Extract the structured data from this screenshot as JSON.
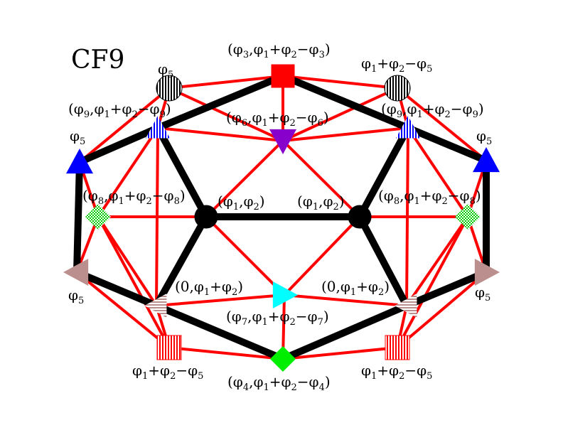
{
  "title": "CF9",
  "colors": {
    "edge_red": "#ff0000",
    "edge_black": "#000000",
    "node_red": "#ff0000",
    "node_blue": "#0000ff",
    "node_purple": "#8800cc",
    "node_cyan": "#00ffff",
    "node_green": "#00ee00",
    "node_rosy": "#bc8f8f",
    "node_black": "#000000"
  },
  "nodes": [
    {
      "id": "top",
      "shape": "square",
      "fill": "red",
      "label": "(φ3,φ1+φ2−φ3)"
    },
    {
      "id": "tl-circle",
      "shape": "circle",
      "fill": "vstripes-black",
      "label": "φ5"
    },
    {
      "id": "tr-circle",
      "shape": "circle",
      "fill": "vstripes-black",
      "label": "φ1+φ2−φ5"
    },
    {
      "id": "ul-tri",
      "shape": "tri-up",
      "fill": "vstripes-blue",
      "label": "(φ9,φ1+φ2−φ9)"
    },
    {
      "id": "ur-tri",
      "shape": "tri-up",
      "fill": "vstripes-blue",
      "label": "(φ9,φ1+φ2−φ9)"
    },
    {
      "id": "mid-purple",
      "shape": "tri-down",
      "fill": "purple",
      "label": "(φ6,φ1+φ2−φ6)"
    },
    {
      "id": "l-blue",
      "shape": "tri-up",
      "fill": "blue",
      "label": "φ5"
    },
    {
      "id": "r-blue",
      "shape": "tri-up",
      "fill": "blue",
      "label": "φ5"
    },
    {
      "id": "l-green",
      "shape": "diamond",
      "fill": "checker-green",
      "label": "(φ8,φ1+φ2−φ8)"
    },
    {
      "id": "r-green",
      "shape": "diamond",
      "fill": "checker-green",
      "label": "(φ8,φ1+φ2−φ8)"
    },
    {
      "id": "c-left",
      "shape": "circle",
      "fill": "black",
      "label": "(φ1,φ2)"
    },
    {
      "id": "c-right",
      "shape": "circle",
      "fill": "black",
      "label": "(φ1,φ2)"
    },
    {
      "id": "l-rosy",
      "shape": "tri-left",
      "fill": "rosy",
      "label": "φ5"
    },
    {
      "id": "r-rosy",
      "shape": "tri-right",
      "fill": "rosy",
      "label": "φ5"
    },
    {
      "id": "ll-rosy",
      "shape": "tri-left",
      "fill": "hstripes-rosy",
      "label": "(0,φ1+φ2)"
    },
    {
      "id": "lr-rosy",
      "shape": "tri-left",
      "fill": "hstripes-rosy",
      "label": "(0,φ1+φ2)"
    },
    {
      "id": "cyan",
      "shape": "tri-right",
      "fill": "cyan",
      "label": "(φ7,φ1+φ2−φ7)"
    },
    {
      "id": "bl-sq",
      "shape": "square",
      "fill": "vstripes-red",
      "label": "φ1+φ2−φ5"
    },
    {
      "id": "br-sq",
      "shape": "square",
      "fill": "vstripes-red",
      "label": "φ1+φ2−φ5"
    },
    {
      "id": "bottom",
      "shape": "diamond",
      "fill": "green",
      "label": "(φ4,φ1+φ2−φ4)"
    }
  ],
  "edges_black": [
    [
      "l-blue",
      "ul-tri"
    ],
    [
      "ul-tri",
      "top"
    ],
    [
      "top",
      "ur-tri"
    ],
    [
      "ur-tri",
      "r-blue"
    ],
    [
      "l-blue",
      "l-rosy"
    ],
    [
      "r-blue",
      "r-rosy"
    ],
    [
      "l-rosy",
      "ll-rosy"
    ],
    [
      "ll-rosy",
      "bottom"
    ],
    [
      "bottom",
      "lr-rosy"
    ],
    [
      "lr-rosy",
      "r-rosy"
    ],
    [
      "ul-tri",
      "c-left"
    ],
    [
      "c-left",
      "ll-rosy"
    ],
    [
      "c-left",
      "c-right"
    ],
    [
      "ur-tri",
      "c-right"
    ],
    [
      "c-right",
      "lr-rosy"
    ]
  ],
  "edges_red": [
    [
      "tl-circle",
      "top"
    ],
    [
      "top",
      "tr-circle"
    ],
    [
      "tl-circle",
      "l-blue"
    ],
    [
      "tl-circle",
      "ul-tri"
    ],
    [
      "tl-circle",
      "mid-purple"
    ],
    [
      "tr-circle",
      "r-blue"
    ],
    [
      "tr-circle",
      "ur-tri"
    ],
    [
      "tr-circle",
      "mid-purple"
    ],
    [
      "top",
      "mid-purple"
    ],
    [
      "ul-tri",
      "mid-purple"
    ],
    [
      "ur-tri",
      "mid-purple"
    ],
    [
      "mid-purple",
      "c-left"
    ],
    [
      "mid-purple",
      "c-right"
    ],
    [
      "l-blue",
      "l-green"
    ],
    [
      "ul-tri",
      "l-green"
    ],
    [
      "l-green",
      "c-left"
    ],
    [
      "l-green",
      "l-rosy"
    ],
    [
      "l-green",
      "ll-rosy"
    ],
    [
      "l-green",
      "bl-sq"
    ],
    [
      "r-blue",
      "r-green"
    ],
    [
      "ur-tri",
      "r-green"
    ],
    [
      "r-green",
      "c-right"
    ],
    [
      "r-green",
      "r-rosy"
    ],
    [
      "r-green",
      "lr-rosy"
    ],
    [
      "r-green",
      "br-sq"
    ],
    [
      "l-rosy",
      "bl-sq"
    ],
    [
      "ll-rosy",
      "bl-sq"
    ],
    [
      "bl-sq",
      "bottom"
    ],
    [
      "r-rosy",
      "br-sq"
    ],
    [
      "lr-rosy",
      "br-sq"
    ],
    [
      "br-sq",
      "bottom"
    ],
    [
      "ll-rosy",
      "cyan"
    ],
    [
      "cyan",
      "lr-rosy"
    ],
    [
      "c-left",
      "cyan"
    ],
    [
      "c-right",
      "cyan"
    ],
    [
      "cyan",
      "bottom"
    ],
    [
      "ul-tri",
      "ll-rosy"
    ],
    [
      "ur-tri",
      "lr-rosy"
    ]
  ]
}
